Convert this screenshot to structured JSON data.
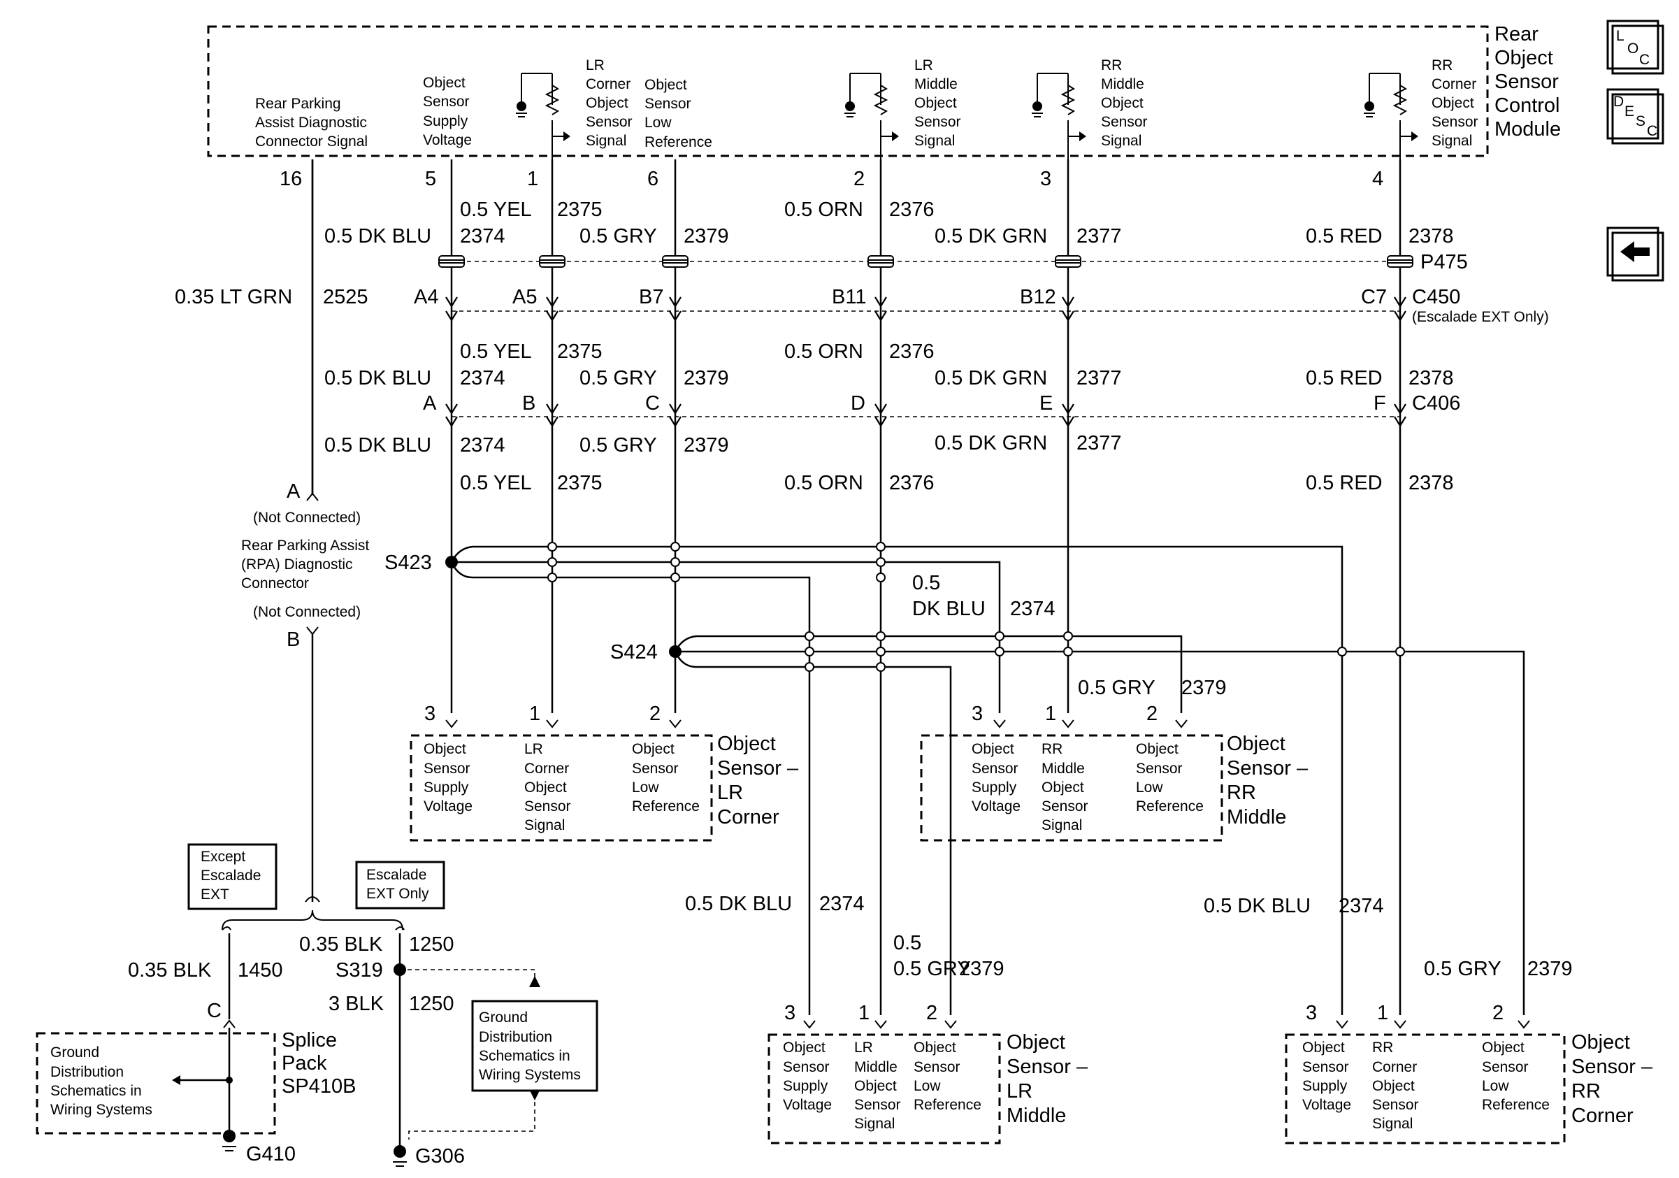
{
  "module": {
    "title_lines": [
      "Rear",
      "Object",
      "Sensor",
      "Control",
      "Module"
    ],
    "pin_labels": [
      [
        "Rear Parking",
        "Assist Diagnostic",
        "Connector Signal"
      ],
      [
        "Object",
        "Sensor",
        "Supply",
        "Voltage"
      ],
      [
        "LR",
        "Corner",
        "Object",
        "Sensor",
        "Signal"
      ],
      [
        "Object",
        "Sensor",
        "Low",
        "Reference"
      ],
      [
        "LR",
        "Middle",
        "Object",
        "Sensor",
        "Signal"
      ],
      [
        "RR",
        "Middle",
        "Object",
        "Sensor",
        "Signal"
      ],
      [
        "RR",
        "Corner",
        "Object",
        "Sensor",
        "Signal"
      ]
    ],
    "pins": [
      "16",
      "5",
      "1",
      "6",
      "2",
      "3",
      "4"
    ]
  },
  "icons": {
    "loc": "L O C",
    "desc": "D E S C",
    "back": "back-arrow-icon"
  },
  "wire_labels": {
    "m16": [
      "0.35 LT GRN",
      "2525"
    ],
    "m5": [
      "0.5 DK BLU",
      "2374"
    ],
    "m1": [
      "0.5 YEL",
      "2375"
    ],
    "m6": [
      "0.5 GRY",
      "2379"
    ],
    "m2": [
      "0.5 ORN",
      "2376"
    ],
    "m3": [
      "0.5 DK GRN",
      "2377"
    ],
    "m4": [
      "0.5 RED",
      "2378"
    ]
  },
  "connectors": {
    "p475": "P475",
    "c450": "C450",
    "c450_note": "(Escalade EXT Only)",
    "c450_pins": [
      "A4",
      "A5",
      "B7",
      "B11",
      "B12",
      "C7"
    ],
    "c406": "C406",
    "c406_pins": [
      "A",
      "B",
      "C",
      "D",
      "E",
      "F"
    ]
  },
  "rpa": {
    "pin_a": "A",
    "pin_b": "B",
    "not_connected": "(Not Connected)",
    "name": [
      "Rear Parking Assist",
      "(RPA) Diagnostic",
      "Connector"
    ]
  },
  "splices": {
    "s423": "S423",
    "s424": "S424",
    "s319": "S319"
  },
  "mid_label": [
    "0.5",
    "DK BLU",
    "2374"
  ],
  "sensors": {
    "lr_corner": {
      "title": [
        "Object",
        "Sensor –",
        "LR",
        "Corner"
      ],
      "pins": [
        "3",
        "1",
        "2"
      ],
      "cols": [
        [
          "Object",
          "Sensor",
          "Supply",
          "Voltage"
        ],
        [
          "LR",
          "Corner",
          "Object",
          "Sensor",
          "Signal"
        ],
        [
          "Object",
          "Sensor",
          "Low",
          "Reference"
        ]
      ]
    },
    "rr_middle": {
      "title": [
        "Object",
        "Sensor –",
        "RR",
        "Middle"
      ],
      "pins": [
        "3",
        "1",
        "2"
      ],
      "cols": [
        [
          "Object",
          "Sensor",
          "Supply",
          "Voltage"
        ],
        [
          "RR",
          "Middle",
          "Object",
          "Sensor",
          "Signal"
        ],
        [
          "Object",
          "Sensor",
          "Low",
          "Reference"
        ]
      ]
    },
    "lr_middle": {
      "title": [
        "Object",
        "Sensor –",
        "LR",
        "Middle"
      ],
      "pins": [
        "3",
        "1",
        "2"
      ],
      "cols": [
        [
          "Object",
          "Sensor",
          "Supply",
          "Voltage"
        ],
        [
          "LR",
          "Middle",
          "Object",
          "Sensor",
          "Signal"
        ],
        [
          "Object",
          "Sensor",
          "Low",
          "Reference"
        ]
      ]
    },
    "rr_corner": {
      "title": [
        "Object",
        "Sensor –",
        "RR",
        "Corner"
      ],
      "pins": [
        "3",
        "1",
        "2"
      ],
      "cols": [
        [
          "Object",
          "Sensor",
          "Supply",
          "Voltage"
        ],
        [
          "RR",
          "Corner",
          "Object",
          "Sensor",
          "Signal"
        ],
        [
          "Object",
          "Sensor",
          "Low",
          "Reference"
        ]
      ]
    }
  },
  "ground": {
    "except_box": [
      "Except",
      "Escalade",
      "EXT"
    ],
    "escalade_box": [
      "Escalade",
      "EXT Only"
    ],
    "w1450": [
      "0.35 BLK",
      "1450"
    ],
    "w1250a": [
      "0.35 BLK",
      "1250"
    ],
    "w1250b": [
      "3 BLK",
      "1250"
    ],
    "pin_c": "C",
    "splice_pack": [
      "Splice",
      "Pack",
      "SP410B"
    ],
    "gd_left": [
      "Ground",
      "Distribution",
      "Schematics in",
      "Wiring Systems"
    ],
    "gd_right": [
      "Ground",
      "Distribution",
      "Schematics in",
      "Wiring Systems"
    ],
    "g410": "G410",
    "g306": "G306"
  }
}
